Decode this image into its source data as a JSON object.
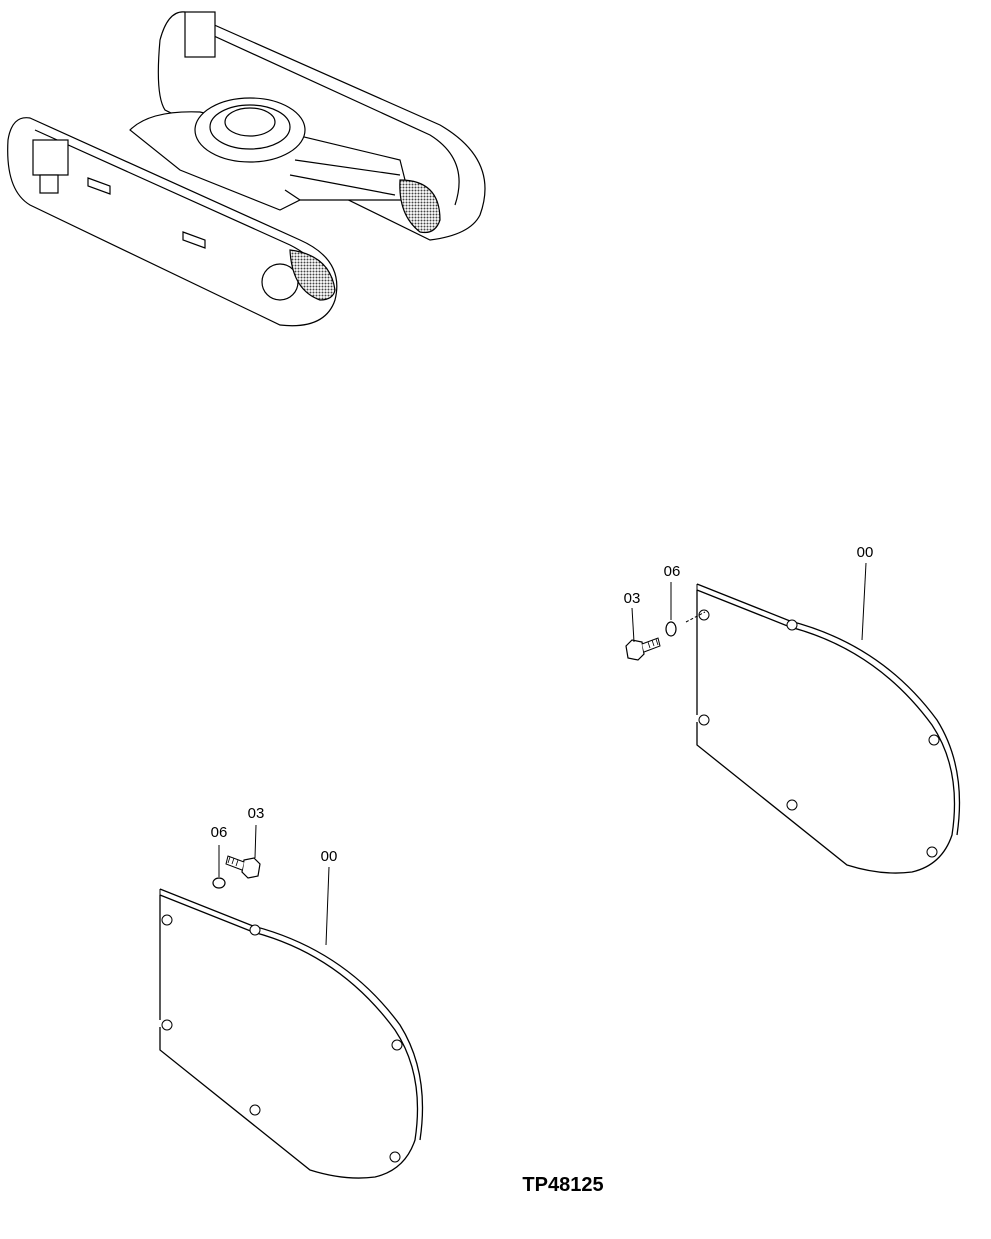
{
  "drawing_code": "TP48125",
  "right_assembly": {
    "bolt_label": "03",
    "washer_label": "06",
    "cover_label": "00"
  },
  "left_assembly": {
    "bolt_label": "03",
    "washer_label": "06",
    "cover_label": "00"
  },
  "colors": {
    "line": "#000000",
    "background": "#ffffff",
    "hatch": "#555555"
  }
}
